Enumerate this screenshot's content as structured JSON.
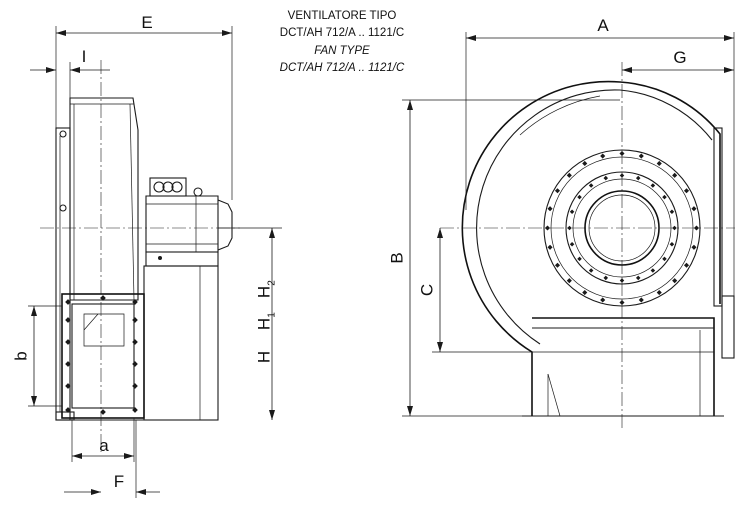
{
  "title": {
    "line1": "VENTILATORE TIPO",
    "line2": "DCT/AH 712/A .. 1121/C",
    "line3": "FAN TYPE",
    "line4": "DCT/AH 712/A .. 1121/C"
  },
  "dimensions": {
    "E": "E",
    "I": "I",
    "A": "A",
    "G": "G",
    "B": "B",
    "C": "C",
    "H": "H",
    "H1": "H",
    "H1_sub": "1",
    "H2": "H",
    "H2_sub": "2",
    "b": "b",
    "a": "a",
    "F": "F"
  }
}
